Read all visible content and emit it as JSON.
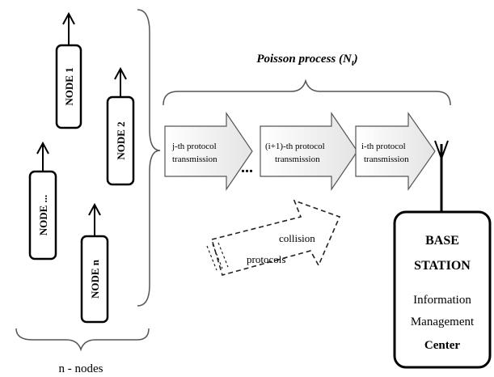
{
  "nodes": [
    {
      "label": "NODE 1"
    },
    {
      "label": "NODE 2"
    },
    {
      "label": "NODE ..."
    },
    {
      "label": "NODE n"
    }
  ],
  "group_label": "n - nodes",
  "process_label": "Poisson process (N",
  "process_subscript": "t",
  "process_suffix": ")",
  "transmissions": [
    {
      "line1": "j-th  protocol",
      "line2": "transmission"
    },
    {
      "line1": "(i+1)-th protocol",
      "line2": "transmission"
    },
    {
      "line1": "i-th protocol",
      "line2": "transmission"
    }
  ],
  "ellipsis": "...",
  "collision": {
    "line1": "collision",
    "line2": "protocols"
  },
  "base_station": {
    "title1": "BASE",
    "title2": "STATION",
    "line1": "Information",
    "line2": "Management",
    "line3": "Center"
  }
}
